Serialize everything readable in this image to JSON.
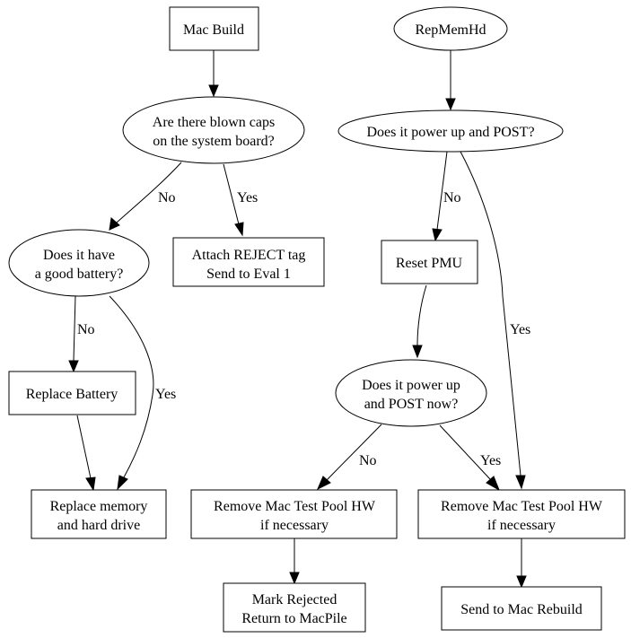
{
  "diagram": {
    "type": "flowchart",
    "nodes": {
      "mac_build": {
        "shape": "box",
        "lines": [
          "Mac Build"
        ]
      },
      "blown_caps": {
        "shape": "ellipse",
        "lines": [
          "Are there blown caps",
          "on the system board?"
        ]
      },
      "good_battery": {
        "shape": "ellipse",
        "lines": [
          "Does it have",
          "a good battery?"
        ]
      },
      "attach_reject": {
        "shape": "box",
        "lines": [
          "Attach REJECT tag",
          "Send to Eval 1"
        ]
      },
      "replace_battery": {
        "shape": "box",
        "lines": [
          "Replace Battery"
        ]
      },
      "replace_mem_hd": {
        "shape": "box",
        "lines": [
          "Replace memory",
          "and hard drive"
        ]
      },
      "repmemhd": {
        "shape": "ellipse",
        "lines": [
          "RepMemHd"
        ]
      },
      "power_post": {
        "shape": "ellipse",
        "lines": [
          "Does it power up and POST?"
        ]
      },
      "reset_pmu": {
        "shape": "box",
        "lines": [
          "Reset PMU"
        ]
      },
      "power_post_now": {
        "shape": "ellipse",
        "lines": [
          "Does it power up",
          "and POST now?"
        ]
      },
      "remove_hw_left": {
        "shape": "box",
        "lines": [
          "Remove Mac Test Pool HW",
          "if necessary"
        ]
      },
      "remove_hw_right": {
        "shape": "box",
        "lines": [
          "Remove Mac Test Pool HW",
          "if necessary"
        ]
      },
      "mark_rejected": {
        "shape": "box",
        "lines": [
          "Mark Rejected",
          "Return to MacPile"
        ]
      },
      "send_rebuild": {
        "shape": "box",
        "lines": [
          "Send to Mac Rebuild"
        ]
      }
    },
    "edges": [
      {
        "from": "mac_build",
        "to": "blown_caps",
        "label": ""
      },
      {
        "from": "blown_caps",
        "to": "good_battery",
        "label": "No"
      },
      {
        "from": "blown_caps",
        "to": "attach_reject",
        "label": "Yes"
      },
      {
        "from": "good_battery",
        "to": "replace_battery",
        "label": "No"
      },
      {
        "from": "good_battery",
        "to": "replace_mem_hd",
        "label": "Yes"
      },
      {
        "from": "replace_battery",
        "to": "replace_mem_hd",
        "label": ""
      },
      {
        "from": "repmemhd",
        "to": "power_post",
        "label": ""
      },
      {
        "from": "power_post",
        "to": "reset_pmu",
        "label": "No"
      },
      {
        "from": "power_post",
        "to": "remove_hw_right",
        "label": "Yes"
      },
      {
        "from": "reset_pmu",
        "to": "power_post_now",
        "label": ""
      },
      {
        "from": "power_post_now",
        "to": "remove_hw_left",
        "label": "No"
      },
      {
        "from": "power_post_now",
        "to": "remove_hw_right",
        "label": "Yes"
      },
      {
        "from": "remove_hw_left",
        "to": "mark_rejected",
        "label": ""
      },
      {
        "from": "remove_hw_right",
        "to": "send_rebuild",
        "label": ""
      }
    ]
  }
}
